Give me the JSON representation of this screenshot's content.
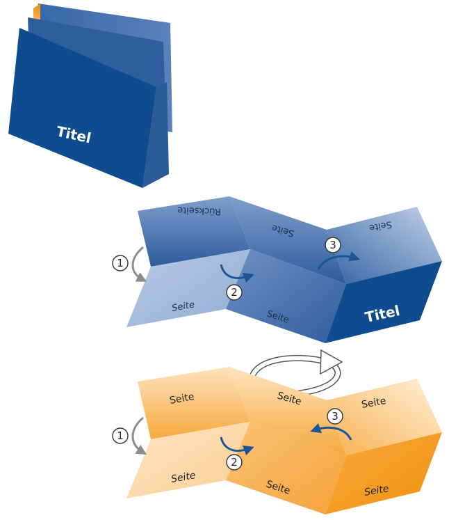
{
  "labels": {
    "cover_title": "Titel",
    "blue_back": "Rückseite",
    "blue_top_mid": "Seite",
    "blue_top_right": "Seite",
    "blue_front_left": "Seite",
    "blue_front_mid": "Seite",
    "blue_front_right": "Titel",
    "orange_top_left": "Seite",
    "orange_top_mid": "Seite",
    "orange_top_right": "Seite",
    "orange_front_left": "Seite",
    "orange_front_mid": "Seite",
    "orange_front_right": "Seite"
  },
  "steps": {
    "blue_1": "1",
    "blue_2": "2",
    "blue_3": "3",
    "orange_1": "1",
    "orange_2": "2",
    "orange_3": "3"
  },
  "colors": {
    "blue_dark": "#0f4b8f",
    "blue_mid": "#3d6aa8",
    "blue_light": "#a9c0de",
    "orange_dark": "#f39a1f",
    "orange_mid": "#f7b457",
    "orange_light": "#fcdcad",
    "arrow_blue": "#1b5597",
    "arrow_gray": "#8c8c8c"
  }
}
